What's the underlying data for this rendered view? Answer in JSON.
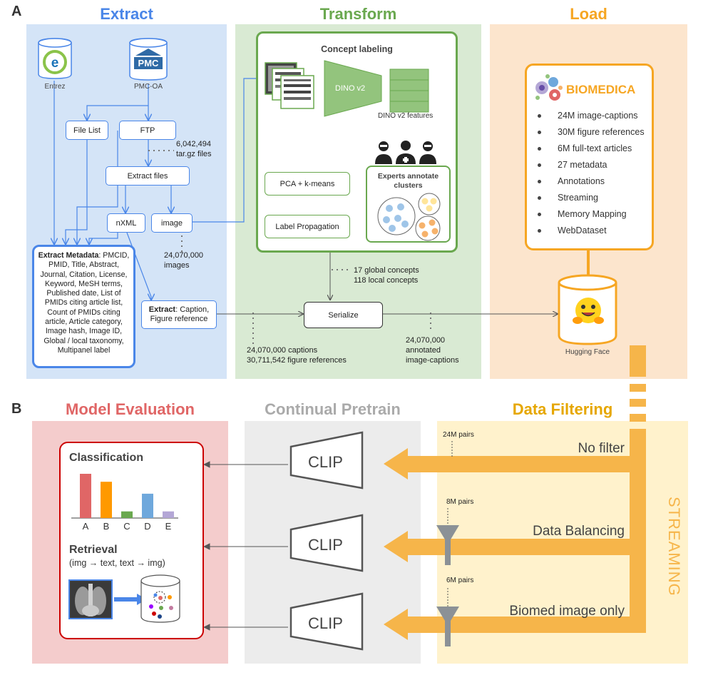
{
  "panels": {
    "a": "A",
    "b": "B"
  },
  "headers": {
    "extract": "Extract",
    "transform": "Transform",
    "load": "Load",
    "model_eval": "Model Evaluation",
    "continual": "Continual Pretrain",
    "filtering": "Data Filtering"
  },
  "colors": {
    "extract_bg": "#d4e4f7",
    "extract_accent": "#4a86e8",
    "transform_bg": "#d9ead3",
    "transform_accent": "#6aa84f",
    "load_bg": "#fce5cd",
    "load_accent": "#f6a623",
    "eval_bg": "#f4cccc",
    "eval_accent": "#e06666",
    "pretrain_bg": "#ececec",
    "pretrain_accent": "#aaaaaa",
    "filter_bg": "#fff2cc",
    "filter_accent": "#e6a700"
  },
  "extract": {
    "entrez_icon": "entrez-logo-icon",
    "entrez": "Entrez",
    "pmc_icon_text": "PMC",
    "pmc_oa": "PMC-OA",
    "file_list": "File List",
    "ftp": "FTP",
    "tar_count": "6,042,494",
    "tar_unit": "tar.gz files",
    "extract_files": "Extract files",
    "nxml": "nXML",
    "image": "image",
    "images_count": "24,070,000",
    "images_unit": "images",
    "meta_title": "Extract Metadata",
    "meta_body": "PMCID, PMID, Title, Abstract, Journal, Citation, License, Keyword, MeSH terms, Published date, List of PMIDs citing article list, Count of PMIDs citing article, Article category, Image hash, Image ID, Global / local taxonomy, Multipanel label",
    "caption_title": "Extract",
    "caption_body": ": Caption, Figure reference",
    "captions_count": "24,070,000 captions",
    "figref_count": "30,711,542 figure references"
  },
  "transform": {
    "concept_title": "Concept labeling",
    "dino": "DINO v2",
    "dino_features": "DINO v2 features",
    "pca": "PCA + k-means",
    "experts_title": "Experts annotate clusters",
    "label_prop": "Label Propagation",
    "global_concepts": "17  global concepts",
    "local_concepts": "118 local concepts",
    "serialize": "Serialize",
    "annotated_count": "24,070,000",
    "annotated_unit_1": "annotated",
    "annotated_unit_2": "image-captions"
  },
  "load": {
    "brand": "BIOMEDICA",
    "features": [
      "24M image-captions",
      "30M figure references",
      "6M full-text articles",
      "27 metadata",
      "Annotations",
      "Streaming",
      "Memory Mapping",
      "WebDataset"
    ],
    "hugging_face": "Hugging Face"
  },
  "eval": {
    "classification": "Classification",
    "bars": [
      {
        "label": "A",
        "value": 1.0,
        "color": "#e06666"
      },
      {
        "label": "B",
        "value": 0.82,
        "color": "#ff9900"
      },
      {
        "label": "C",
        "value": 0.15,
        "color": "#6aa84f"
      },
      {
        "label": "D",
        "value": 0.55,
        "color": "#6fa8dc"
      },
      {
        "label": "E",
        "value": 0.15,
        "color": "#b4a7d6"
      }
    ],
    "retrieval": "Retrieval",
    "retrieval_sub": "(img → text, text → img)"
  },
  "pretrain": {
    "clip": [
      "CLIP",
      "CLIP",
      "CLIP"
    ]
  },
  "filtering": {
    "rows": [
      {
        "pairs": "24M pairs",
        "label": "No filter"
      },
      {
        "pairs": "8M pairs",
        "label": "Data Balancing"
      },
      {
        "pairs": "6M pairs",
        "label": "Biomed image only"
      }
    ],
    "streaming": "STREAMING"
  }
}
